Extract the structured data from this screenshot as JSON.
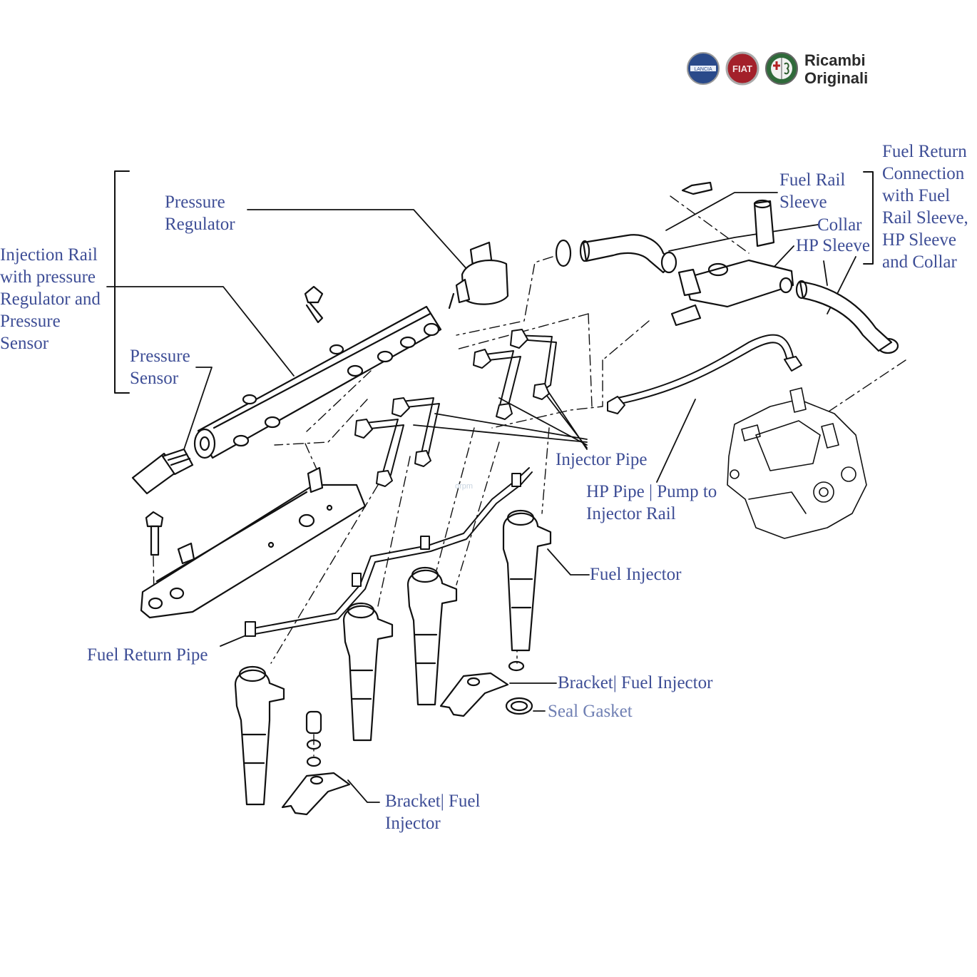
{
  "brand": {
    "logo_names": [
      "LANCIA",
      "FIAT",
      "ALFA ROMEO"
    ],
    "logo_texts": [
      "LANCIA",
      "FIAT"
    ],
    "line1": "Ricambi",
    "line2": "Originali",
    "colors": {
      "lancia": "#2a4a8a",
      "fiat": "#a3202a",
      "alfa": "#2f6a3a",
      "text": "#2b2b2b"
    }
  },
  "watermark": "drpm",
  "labels": {
    "injection_rail": "Injection Rail\nwith pressure\nRegulator and\nPressure\nSensor",
    "pressure_regulator": "Pressure\nRegulator",
    "pressure_sensor": "Pressure\nSensor",
    "fuel_rail_sleeve": "Fuel Rail\nSleeve",
    "collar": "Collar",
    "hp_sleeve": "HP Sleeve",
    "fuel_return_connection": "Fuel Return\nConnection\nwith Fuel\nRail Sleeve,\nHP Sleeve\nand Collar",
    "injector_pipe": "Injector Pipe",
    "hp_pipe": "HP Pipe | Pump to\nInjector Rail",
    "fuel_injector": "Fuel Injector",
    "fuel_return_pipe": "Fuel Return Pipe",
    "bracket_fuel_injector_right": "Bracket| Fuel Injector",
    "seal_gasket": "Seal Gasket",
    "bracket_fuel_injector_bottom": "Bracket| Fuel\nInjector"
  },
  "colors": {
    "label": "#3e4e96",
    "label_light": "#6f7fb3",
    "line": "#111111"
  }
}
